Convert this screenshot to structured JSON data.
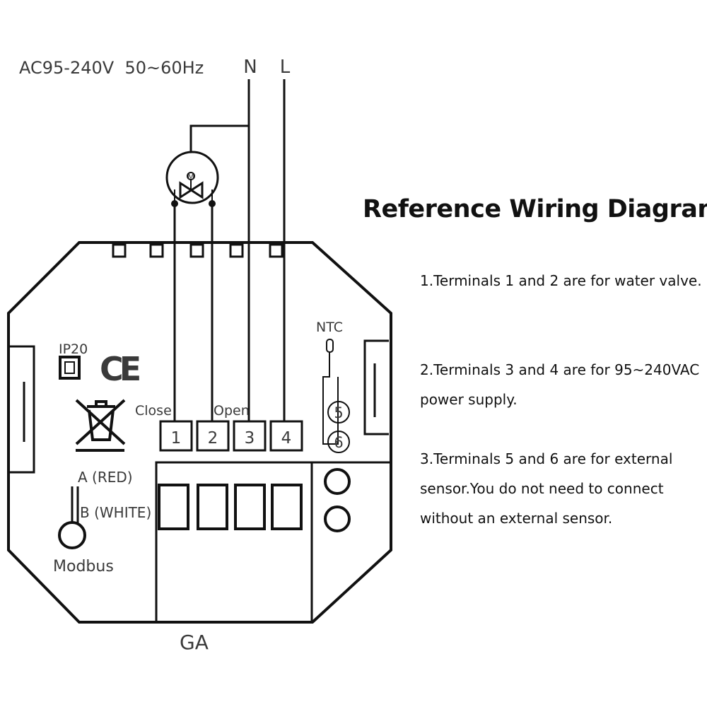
{
  "supply_label": "AC95-240V  50~60Hz",
  "neutral_label": "N",
  "live_label": "L",
  "valve_symbol_label": "M",
  "ip_label": "IP20",
  "ce_mark": "CE",
  "close_label": "Close",
  "open_label": "Open",
  "ntc_label": "NTC",
  "terminals": [
    "1",
    "2",
    "3",
    "4"
  ],
  "sensor_terminals": [
    "5",
    "6"
  ],
  "bus_a_label": "A (RED)",
  "bus_b_label": "B (WHITE)",
  "modbus_label": "Modbus",
  "model_label": "GA",
  "title": "Reference Wiring Diagram",
  "notes": [
    "1.Terminals 1 and 2 are for water valve.",
    "2.Terminals 3 and 4 are for 95~240VAC power supply.",
    "3.Terminals 5 and 6 are for external sensor.You do not need to connect without an external sensor."
  ]
}
